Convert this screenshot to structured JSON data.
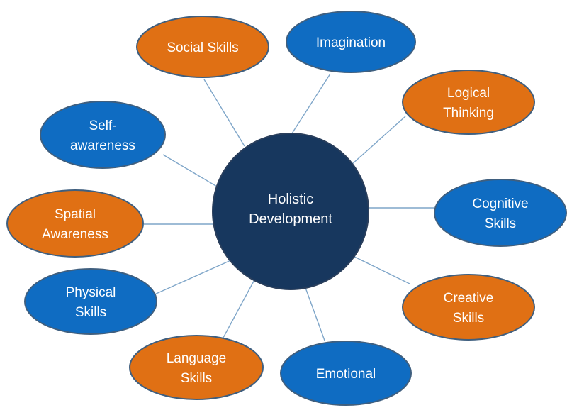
{
  "diagram": {
    "colors": {
      "hub_fill": "#17375e",
      "blue": "#0f6cc2",
      "orange": "#e07014",
      "outline": "#3f5f7f",
      "spoke": "#7fa6c9",
      "text": "#ffffff"
    },
    "hub": {
      "lines": [
        "Holistic",
        "Development"
      ]
    },
    "nodes": [
      {
        "name": "social-skills",
        "color": "orange",
        "lines": [
          "Social Skills"
        ]
      },
      {
        "name": "imagination",
        "color": "blue",
        "lines": [
          "Imagination"
        ]
      },
      {
        "name": "logical-thinking",
        "color": "orange",
        "lines": [
          "Logical",
          "Thinking"
        ]
      },
      {
        "name": "self-awareness",
        "color": "blue",
        "lines": [
          "Self-",
          "awareness"
        ]
      },
      {
        "name": "spatial-awareness",
        "color": "orange",
        "lines": [
          "Spatial",
          "Awareness"
        ]
      },
      {
        "name": "cognitive-skills",
        "color": "blue",
        "lines": [
          "Cognitive",
          "Skills"
        ]
      },
      {
        "name": "physical-skills",
        "color": "blue",
        "lines": [
          "Physical",
          "Skills"
        ]
      },
      {
        "name": "creative-skills",
        "color": "orange",
        "lines": [
          "Creative",
          "Skills"
        ]
      },
      {
        "name": "language-skills",
        "color": "orange",
        "lines": [
          "Language",
          "Skills"
        ]
      },
      {
        "name": "emotional",
        "color": "blue",
        "lines": [
          "Emotional"
        ]
      }
    ]
  }
}
